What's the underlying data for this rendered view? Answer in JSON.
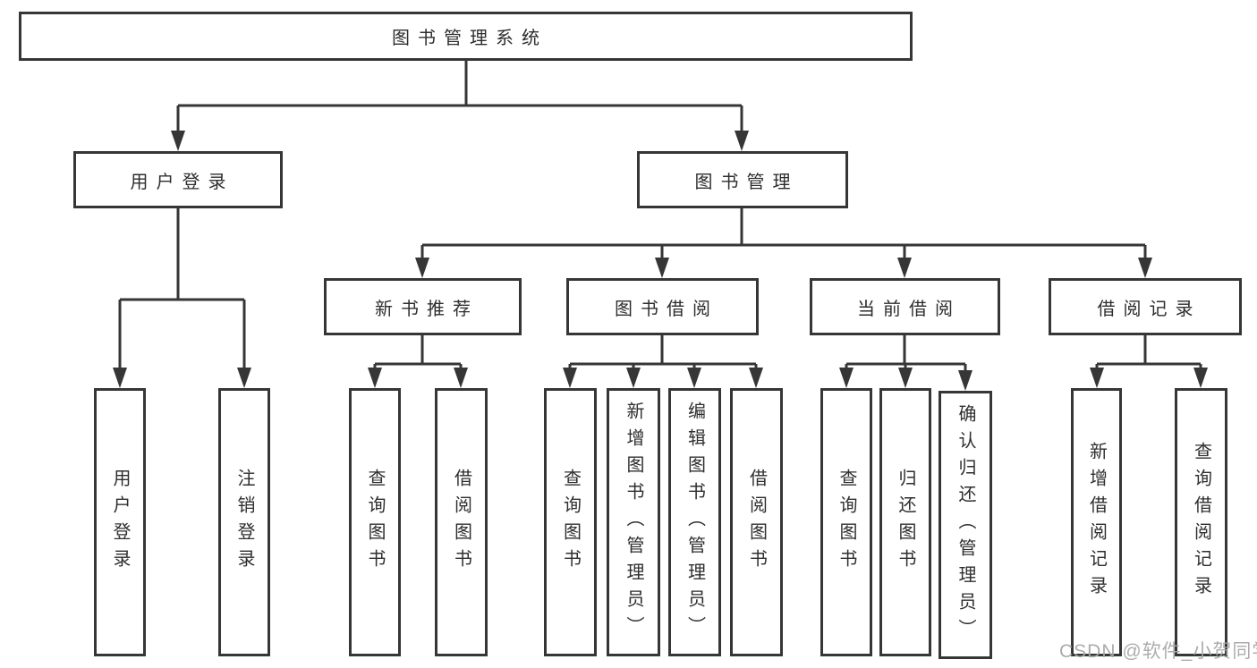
{
  "title": "图书管理系统",
  "watermark": "CSDN @软件_小贺同学",
  "colors": {
    "line": "#363636",
    "box_border": "#363636",
    "text": "#2e2e2e",
    "watermark": "#a8a8a8",
    "background": "#ffffff"
  },
  "tree": {
    "label": "图书管理系统",
    "children": [
      {
        "label": "用户登录",
        "children": [
          {
            "label": "用户登录"
          },
          {
            "label": "注销登录"
          }
        ]
      },
      {
        "label": "图书管理",
        "children": [
          {
            "label": "新书推荐",
            "children": [
              {
                "label": "查询图书"
              },
              {
                "label": "借阅图书"
              }
            ]
          },
          {
            "label": "图书借阅",
            "children": [
              {
                "label": "查询图书"
              },
              {
                "label": "新增图书（管理员）"
              },
              {
                "label": "编辑图书（管理员）"
              },
              {
                "label": "借阅图书"
              }
            ]
          },
          {
            "label": "当前借阅",
            "children": [
              {
                "label": "查询图书"
              },
              {
                "label": "归还图书"
              },
              {
                "label": "确认归还（管理员）"
              }
            ]
          },
          {
            "label": "借阅记录",
            "children": [
              {
                "label": "新增借阅记录"
              },
              {
                "label": "查询借阅记录"
              }
            ]
          }
        ]
      }
    ]
  }
}
